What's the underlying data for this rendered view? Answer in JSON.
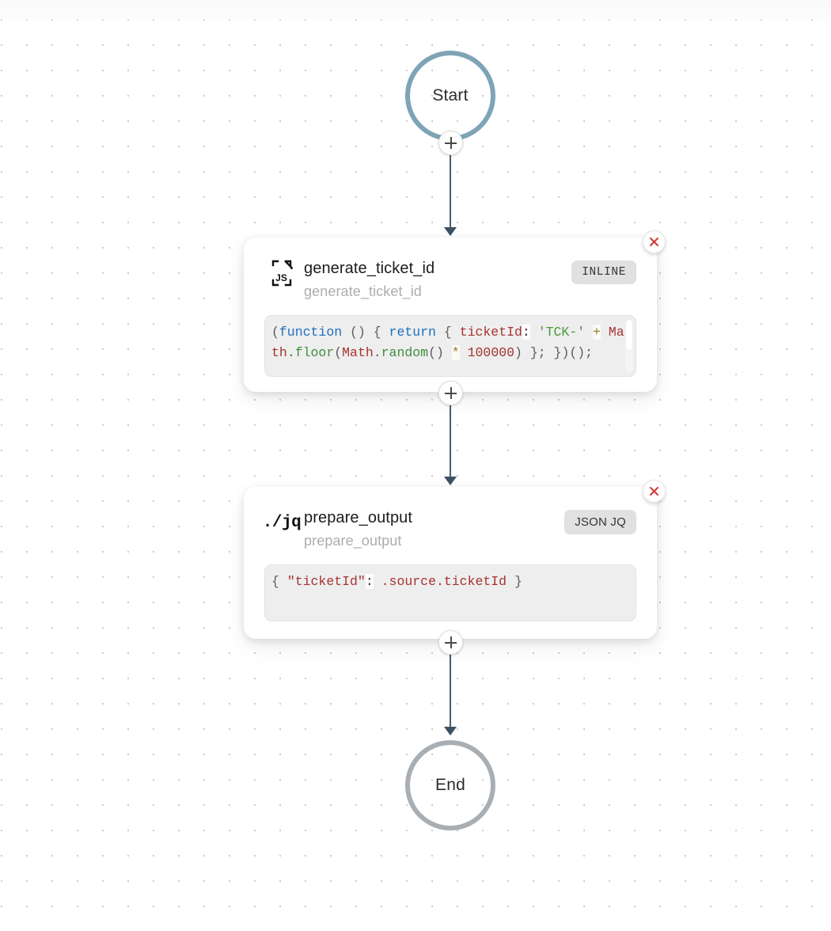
{
  "canvas": {
    "grid": "dot-grid",
    "background_color": "#ffffff",
    "dot_color": "#c9cbcf"
  },
  "colors": {
    "start_ring": "#7ea4b5",
    "end_ring": "#a9aeb3",
    "connector": "#4d5d6d",
    "badge_bg": "#e1e1e1",
    "close_x": "#cf3b33",
    "code_bg": "#eeeeee"
  },
  "terminals": {
    "start": {
      "label": "Start",
      "icon": "start-circle-icon"
    },
    "end": {
      "label": "End",
      "icon": "end-circle-icon"
    }
  },
  "add_buttons": {
    "label": "+",
    "after_start": "add-step-after-start",
    "after_node_1": "add-step-after-generate-ticket-id",
    "after_node_2": "add-step-after-prepare-output"
  },
  "nodes": [
    {
      "id": "generate_ticket_id",
      "icon": "js-file-icon",
      "icon_text": "JS",
      "title": "generate_ticket_id",
      "subtitle": "generate_ticket_id",
      "badge": "INLINE",
      "badge_style": "mono",
      "code_language": "javascript",
      "code": "(function () { return { ticketId: 'TCK-' + Math.floor(Math.random() * 100000) }; })();",
      "code_tokens": [
        {
          "t": "(",
          "c": "punc"
        },
        {
          "t": "function",
          "c": "kw"
        },
        {
          "t": " () { ",
          "c": "punc"
        },
        {
          "t": "return",
          "c": "kw"
        },
        {
          "t": " { ",
          "c": "punc"
        },
        {
          "t": "ticketId",
          "c": "ident"
        },
        {
          "t": ":",
          "c": "colon"
        },
        {
          "t": " ",
          "c": "punc"
        },
        {
          "t": "'TCK-'",
          "c": "str"
        },
        {
          "t": " ",
          "c": "punc"
        },
        {
          "t": "+",
          "c": "op"
        },
        {
          "t": " ",
          "c": "punc"
        },
        {
          "t": "Math",
          "c": "ident"
        },
        {
          "t": ".",
          "c": "punc"
        },
        {
          "t": "floor",
          "c": "fn"
        },
        {
          "t": "(",
          "c": "punc"
        },
        {
          "t": "Math",
          "c": "ident"
        },
        {
          "t": ".",
          "c": "punc"
        },
        {
          "t": "random",
          "c": "fn"
        },
        {
          "t": "() ",
          "c": "punc"
        },
        {
          "t": "*",
          "c": "op"
        },
        {
          "t": " ",
          "c": "punc"
        },
        {
          "t": "100000",
          "c": "num"
        },
        {
          "t": ") }; })();",
          "c": "punc"
        }
      ],
      "close_label": "×",
      "scrollable": true
    },
    {
      "id": "prepare_output",
      "icon": "jq-icon",
      "icon_text": "./jq",
      "title": "prepare_output",
      "subtitle": "prepare_output",
      "badge": "JSON JQ",
      "badge_style": "sans",
      "code_language": "jq",
      "code": "{ \"ticketId\": .source.ticketId }",
      "code_tokens": [
        {
          "t": "{ ",
          "c": "punc"
        },
        {
          "t": "\"ticketId\"",
          "c": "key"
        },
        {
          "t": ":",
          "c": "colon"
        },
        {
          "t": " ",
          "c": "punc"
        },
        {
          "t": ".source.ticketId",
          "c": "key"
        },
        {
          "t": " }",
          "c": "punc"
        }
      ],
      "close_label": "×",
      "scrollable": false
    }
  ]
}
